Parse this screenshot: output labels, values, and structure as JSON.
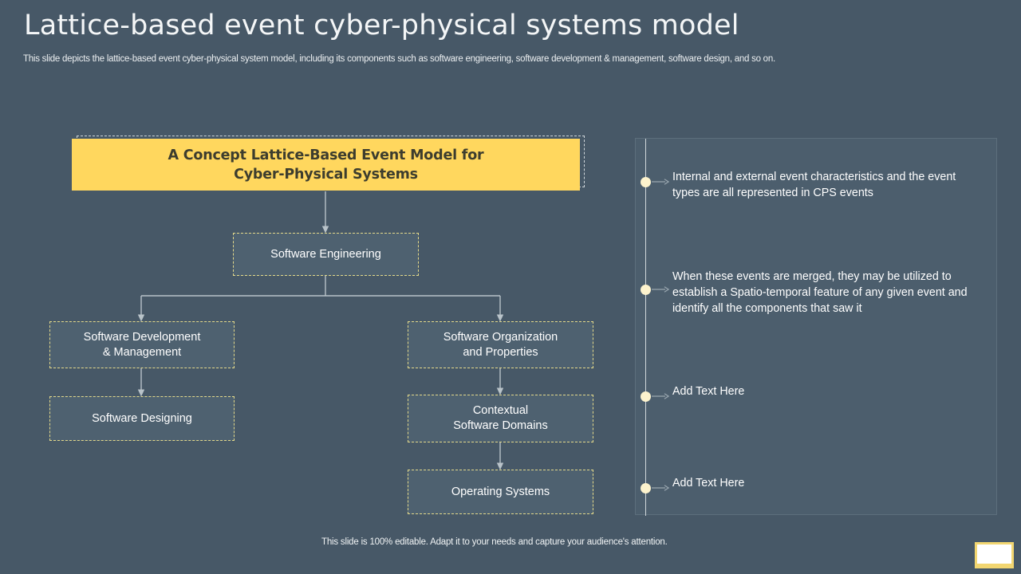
{
  "slide": {
    "title": "Lattice-based event cyber-physical systems model",
    "subtitle": "This slide depicts the lattice-based event cyber-physical system model, including its components such as software engineering, software development & management, software design, and so on.",
    "footer_note": "This slide is 100% editable. Adapt it to your needs and capture your audience's attention.",
    "background_color": "#475867",
    "accent_color": "#ffd75e",
    "border_color": "#e4d98a"
  },
  "diagram": {
    "root": {
      "line1": "A Concept Lattice-Based Event Model for",
      "line2": "Cyber-Physical Systems"
    },
    "nodes": [
      {
        "id": "software-engineering",
        "line1": "Software Engineering",
        "line2": ""
      },
      {
        "id": "software-development-management",
        "line1": "Software Development",
        "line2": "& Management"
      },
      {
        "id": "software-organization-properties",
        "line1": "Software Organization",
        "line2": "and Properties"
      },
      {
        "id": "software-designing",
        "line1": "Software Designing",
        "line2": ""
      },
      {
        "id": "contextual-software-domains",
        "line1": "Contextual",
        "line2": "Software Domains"
      },
      {
        "id": "operating-systems",
        "line1": "Operating Systems",
        "line2": ""
      }
    ]
  },
  "timeline": {
    "items": [
      {
        "text": "Internal  and external  event characteristics  and the event types  are all represented in CPS events"
      },
      {
        "text": "When these  events  are merged,  they  may  be utilized to establish a Spatio-temporal feature  of any  given event  and identify  all the components  that  saw it"
      },
      {
        "text": "Add Text Here"
      },
      {
        "text": "Add Text Here"
      }
    ]
  }
}
